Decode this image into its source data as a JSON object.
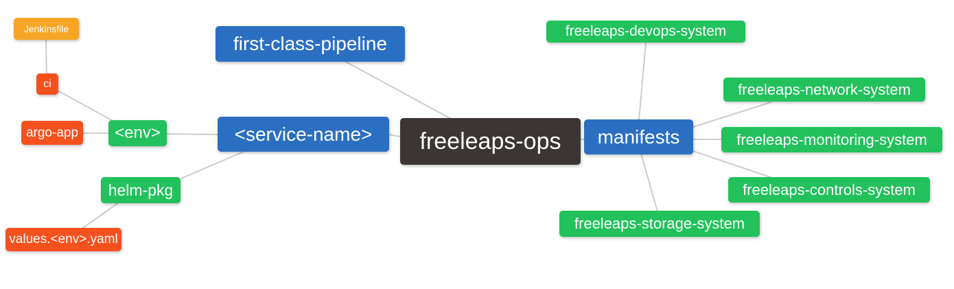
{
  "diagram": {
    "type": "mindmap",
    "root": "freeleaps-ops",
    "colors": {
      "node_blue": "#2b6fc2",
      "node_green": "#22c15c",
      "node_orange": "#f7a524",
      "node_red": "#f4511e",
      "node_dark": "#3b3634",
      "edge_gray": "#cccccc",
      "text": "#ffffff",
      "background": "#ffffff"
    },
    "nodes": {
      "freeleaps_ops": {
        "label": "freeleaps-ops",
        "color": "dark"
      },
      "first_class_pipeline": {
        "label": "first-class-pipeline",
        "color": "blue"
      },
      "service_name": {
        "label": "<service-name>",
        "color": "blue"
      },
      "manifests": {
        "label": "manifests",
        "color": "blue"
      },
      "env": {
        "label": "<env>",
        "color": "green"
      },
      "helm_pkg": {
        "label": "helm-pkg",
        "color": "green"
      },
      "jenkinsfile": {
        "label": "Jenkinsfile",
        "color": "orange"
      },
      "ci": {
        "label": "ci",
        "color": "red"
      },
      "argo_app": {
        "label": "argo-app",
        "color": "red"
      },
      "values_env_yaml": {
        "label": "values.<env>.yaml",
        "color": "red"
      },
      "devops_system": {
        "label": "freeleaps-devops-system",
        "color": "green"
      },
      "network_system": {
        "label": "freeleaps-network-system",
        "color": "green"
      },
      "monitoring_system": {
        "label": "freeleaps-monitoring-system",
        "color": "green"
      },
      "controls_system": {
        "label": "freeleaps-controls-system",
        "color": "green"
      },
      "storage_system": {
        "label": "freeleaps-storage-system",
        "color": "green"
      }
    },
    "edges": [
      {
        "from": "jenkinsfile",
        "to": "ci"
      },
      {
        "from": "ci",
        "to": "env"
      },
      {
        "from": "argo_app",
        "to": "env"
      },
      {
        "from": "env",
        "to": "service_name"
      },
      {
        "from": "helm_pkg",
        "to": "service_name"
      },
      {
        "from": "values_env_yaml",
        "to": "helm_pkg"
      },
      {
        "from": "first_class_pipeline",
        "to": "freeleaps_ops"
      },
      {
        "from": "service_name",
        "to": "freeleaps_ops"
      },
      {
        "from": "freeleaps_ops",
        "to": "manifests"
      },
      {
        "from": "manifests",
        "to": "devops_system"
      },
      {
        "from": "manifests",
        "to": "network_system"
      },
      {
        "from": "manifests",
        "to": "monitoring_system"
      },
      {
        "from": "manifests",
        "to": "controls_system"
      },
      {
        "from": "manifests",
        "to": "storage_system"
      }
    ]
  }
}
